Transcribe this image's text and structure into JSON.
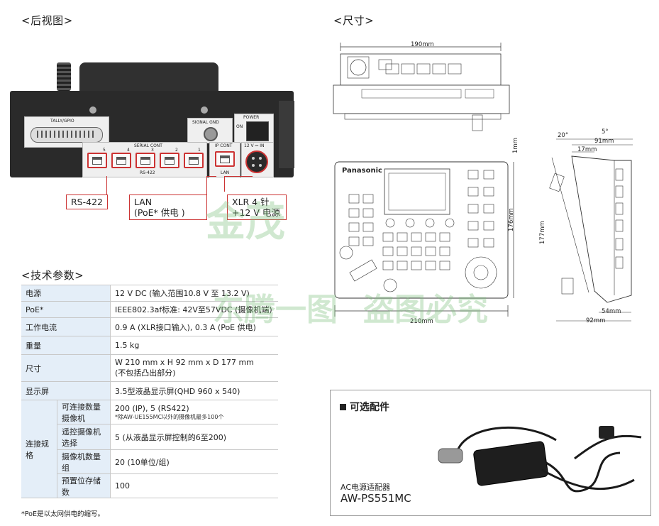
{
  "rear_view": {
    "title": "<后视图>",
    "panel_labels": {
      "tally_gpio": "TALLY/GPIO",
      "signal_gnd": "SIGNAL GND",
      "power": "POWER",
      "on": "ON",
      "serial_cont": "SERIAL CONT",
      "rs422_small": "RS-422",
      "ip_cont": "IP CONT",
      "lan_small": "LAN",
      "dc_in": "12 V ⎓ IN",
      "port_numbers": [
        "5",
        "4",
        "3",
        "2",
        "1"
      ]
    },
    "callouts": {
      "rs422": "RS-422",
      "lan_line1": "LAN",
      "lan_line2": "(PoE* 供电 )",
      "xlr_line1": "XLR 4 针",
      "xlr_line2": "+12 V 电源"
    }
  },
  "dimensions": {
    "title": "<尺寸>",
    "top_width": "190mm",
    "front_height": "176mm",
    "front_width": "210mm",
    "side_height_top": "1mm",
    "side_diag": "177mm",
    "angle_20": "20°",
    "angle_5": "5°",
    "side_91": "91mm",
    "side_17": "17mm",
    "side_54": "54mm",
    "side_92": "92mm",
    "brand": "Panasonic"
  },
  "specs": {
    "title": "<技术参数>",
    "rows": [
      {
        "label": "电源",
        "value": "12 V DC (输入范围10.8 V 至 13.2 V)"
      },
      {
        "label": "PoE*",
        "value": "IEEE802.3af标准: 42V至57VDC (摄像机端)"
      },
      {
        "label": "工作电流",
        "value": "0.9 A (XLR接口输入), 0.3 A (PoE 供电)"
      },
      {
        "label": "重量",
        "value": "1.5 kg"
      },
      {
        "label": "尺寸",
        "value_line1": "W 210 mm x H 92 mm x D 177 mm",
        "value_line2": "(不包括凸出部分)"
      },
      {
        "label": "显示屏",
        "value": "3.5型液晶显示屏(QHD 960 x 540)"
      }
    ],
    "group_label": "连接规格",
    "group_rows": [
      {
        "sub": "可连接数量摄像机",
        "value": "200 (IP), 5 (RS422)",
        "note": "*除AW-UE155MC以外的摄像机最多100个"
      },
      {
        "sub": "遥控摄像机选择",
        "value": "5 (从液晶显示屏控制的6至200)"
      },
      {
        "sub": "摄像机数量组",
        "value": "20 (10单位/组)"
      },
      {
        "sub": "预置位存储数",
        "value": "100"
      }
    ],
    "footnote": "*PoE是以太网供电的缩写。"
  },
  "option": {
    "title": "可选配件",
    "item_label": "AC电源适配器",
    "item_model": "AW-PS551MC"
  },
  "watermark": {
    "line1": "金茂",
    "line2": "东腾一图",
    "line3": "盗图必究"
  },
  "colors": {
    "callout_red": "#cc3333",
    "table_header_bg": "#e4eef8",
    "panel_dark": "#2a2a2a"
  }
}
